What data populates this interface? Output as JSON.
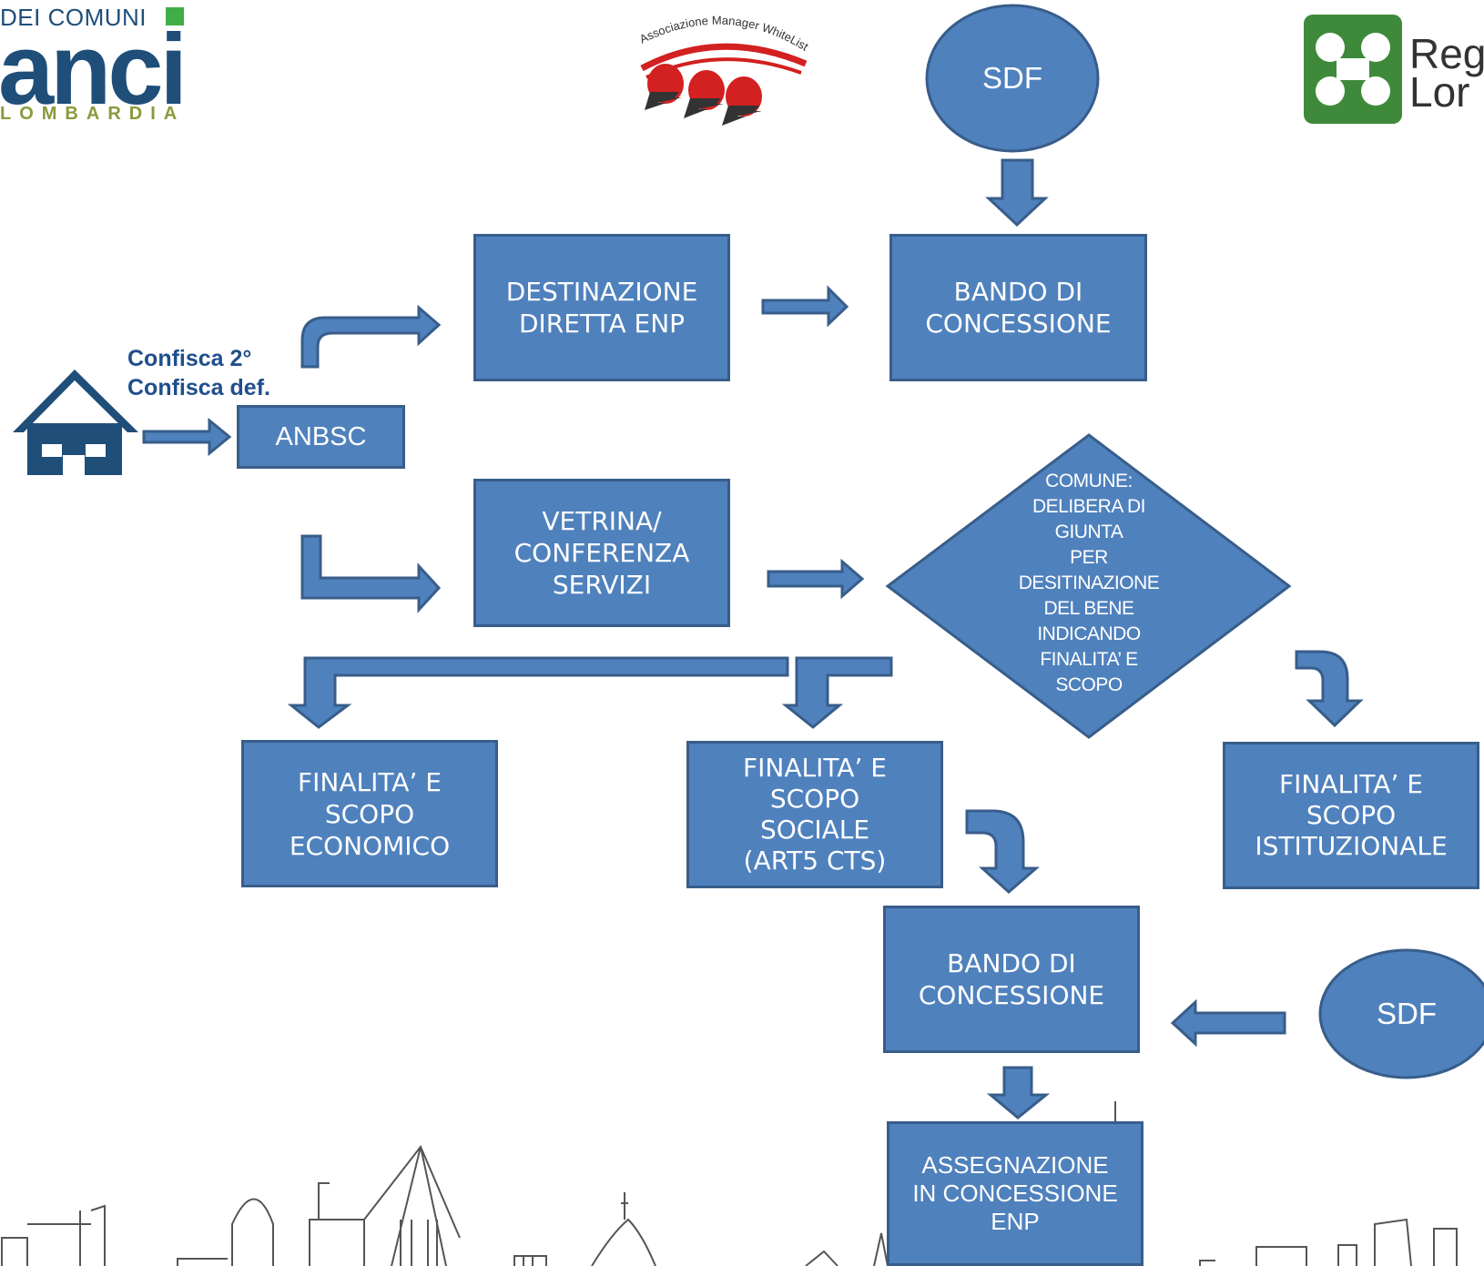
{
  "logos": {
    "anci_top": "DEI COMUNI",
    "anci_main": "anci",
    "anci_bottom": "LOMBARDIA",
    "whitelist": "Associazione Manager WhiteList",
    "regione": "Reg\nLor"
  },
  "labels": {
    "confisca": "Confisca 2°\nConfisca def."
  },
  "nodes": {
    "sdf_top": "SDF",
    "destinazione": "DESTINAZIONE\nDIRETTA ENP",
    "bando_top": "BANDO DI\nCONCESSIONE",
    "anbsc": "ANBSC",
    "vetrina": "VETRINA/\nCONFERENZA\nSERVIZI",
    "comune": "COMUNE:\nDELIBERA DI\nGIUNTA\nPER\nDESITINAZIONE\nDEL BENE\nINDICANDO\nFINALITA’ E\nSCOPO",
    "economico": "FINALITA’ E\nSCOPO\nECONOMICO",
    "sociale": "FINALITA’ E\nSCOPO\nSOCIALE\n(ART5 CTS)",
    "istituzionale": "FINALITA’ E\nSCOPO\nISTITUZIONALE",
    "bando_bottom": "BANDO DI\nCONCESSIONE",
    "sdf_bottom": "SDF",
    "assegnazione": "ASSEGNAZIONE\nIN CONCESSIONE\nENP"
  },
  "colors": {
    "fill": "#4f81bd",
    "stroke": "#385d8a",
    "confisca_text": "#1f4e8c",
    "house": "#1f4e79"
  }
}
